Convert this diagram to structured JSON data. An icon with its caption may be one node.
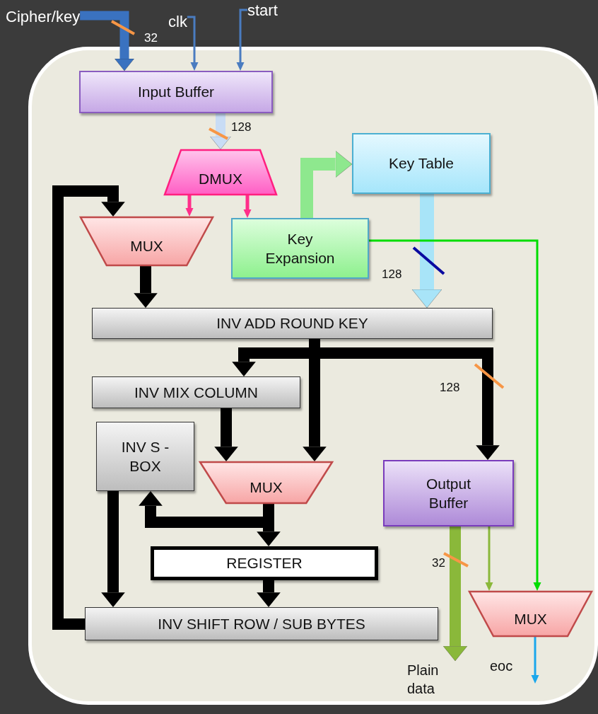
{
  "diagram": {
    "nodes": [
      {
        "text": [
          "Cipher/key"
        ]
      },
      {
        "text": [
          "clk"
        ]
      },
      {
        "text": [
          "start"
        ]
      },
      {
        "text": [
          "Input Buffer"
        ]
      },
      {
        "text": [
          "DMUX"
        ]
      },
      {
        "text": [
          "MUX"
        ]
      },
      {
        "text": [
          "Key Expansion"
        ]
      },
      {
        "text": [
          "Key Table"
        ]
      },
      {
        "text": [
          "INV ADD ROUND KEY"
        ]
      },
      {
        "text": [
          "INV MIX COLUMN"
        ]
      },
      {
        "text": [
          "INV S - BOX"
        ]
      },
      {
        "text": [
          "MUX"
        ]
      },
      {
        "text": [
          "Output Buffer"
        ]
      },
      {
        "text": [
          "REGISTER"
        ]
      },
      {
        "text": [
          "INV SHIFT ROW / SUB BYTES"
        ]
      },
      {
        "text": [
          "MUX"
        ]
      },
      {
        "text": [
          "Plain data"
        ]
      }
    ],
    "edges": [
      {
        "from": 0,
        "to": 3,
        "arrow": "to",
        "color": "#3a72c0"
      },
      {
        "from": 1,
        "to": 3,
        "arrow": "to",
        "color": "#4a7cc0"
      },
      {
        "from": 2,
        "to": 3,
        "arrow": "to",
        "color": "#4a7cc0"
      },
      {
        "from": 3,
        "to": 4,
        "arrow": "to",
        "color": "#c8dcf5"
      },
      {
        "from": 4,
        "to": 5,
        "arrow": "to",
        "color": "#ff2e8a"
      },
      {
        "from": 4,
        "to": 6,
        "arrow": "to",
        "color": "#ff2e8a"
      },
      {
        "from": 6,
        "to": 7,
        "arrow": "to",
        "color": "#8ee88e"
      },
      {
        "from": 7,
        "to": 8,
        "arrow": "to",
        "color": "#a8e4f8"
      },
      {
        "from": 6,
        "to": 15,
        "arrow": "to",
        "color": "#00dd00"
      },
      {
        "from": 5,
        "to": 8,
        "arrow": "to"
      },
      {
        "from": 8,
        "to": 9,
        "arrow": "to"
      },
      {
        "from": 8,
        "to": 11,
        "arrow": "to"
      },
      {
        "from": 8,
        "to": 12,
        "arrow": "to"
      },
      {
        "from": 9,
        "to": 11,
        "arrow": "to"
      },
      {
        "from": 11,
        "to": 13,
        "arrow": "to"
      },
      {
        "from": 11,
        "to": 10,
        "arrow": "to"
      },
      {
        "from": 10,
        "to": 14,
        "arrow": "to"
      },
      {
        "from": 13,
        "to": 14,
        "arrow": "to"
      },
      {
        "from": 14,
        "to": 5,
        "arrow": "to"
      },
      {
        "from": 12,
        "to": 16,
        "arrow": "to",
        "color": "#8ab83a"
      },
      {
        "from": 12,
        "to": 15,
        "arrow": "to",
        "color": "#8ab83a"
      },
      {
        "from": 15,
        "to": null,
        "arrow": "to",
        "color": "#1aa7ec",
        "label": "eoc"
      }
    ],
    "labels": [
      "32",
      "128",
      "128",
      "128",
      "32"
    ]
  }
}
